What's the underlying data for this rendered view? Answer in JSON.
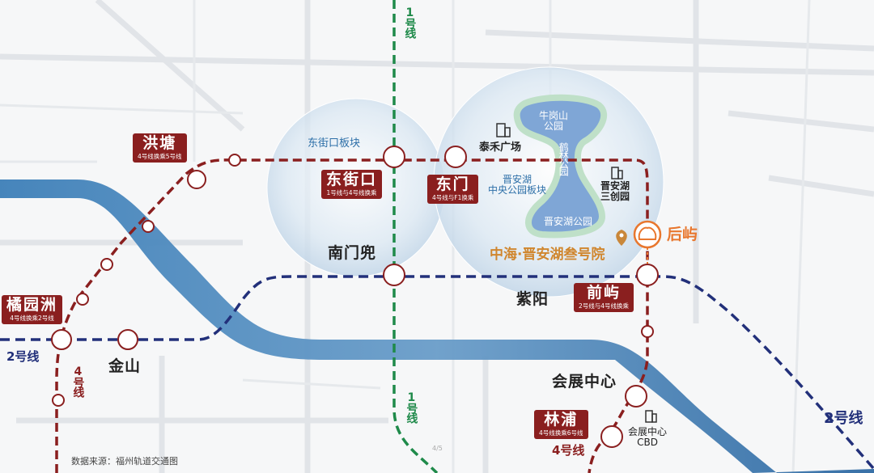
{
  "map_title": "",
  "source_note": "数据来源：福州轨道交通图",
  "page_number": "4/5",
  "colors": {
    "line1": "#1f8a4a",
    "line2": "#22307a",
    "line4": "#8a1f1f",
    "river": "#3b7bb5",
    "highlight": "#e8772e"
  },
  "lines": {
    "line1_top": "1号线",
    "line1_bottom": "1号线",
    "line2_left": "2号线",
    "line2_right": "2号线",
    "line4_left": "4号线",
    "line4_bottom": "4号线"
  },
  "districts": {
    "dongjiekou": "东街口板块",
    "jinanhu_center": "晋安湖\n中央公园板块"
  },
  "parks": {
    "niugangshan": "牛岗山\n公园",
    "helin": "鹤林公园",
    "jinanhu": "晋安湖公园"
  },
  "landmarks": {
    "taihe": "泰禾广场",
    "sanchuangyuan": "晋安湖\n三创园",
    "cbd": "会展中心\nCBD",
    "project": "中海·晋安湖叁号院"
  },
  "transfer_stations": [
    {
      "id": "hongtang",
      "name": "洪塘",
      "sub": "4号线换乘5号线"
    },
    {
      "id": "dongjiekou",
      "name": "东街口",
      "sub": "1号线与4号线换乘"
    },
    {
      "id": "dongmen",
      "name": "东门",
      "sub": "4号线与F1换乘"
    },
    {
      "id": "juyuanzhou",
      "name": "橘园洲",
      "sub": "4号线换乘2号线"
    },
    {
      "id": "qianyu",
      "name": "前屿",
      "sub": "2号线与4号线换乘"
    },
    {
      "id": "linpu",
      "name": "林浦",
      "sub": "4号线换乘6号线"
    }
  ],
  "stations": {
    "nanmendou": "南门兜",
    "ziyang": "紫阳",
    "jinshan": "金山",
    "huizhan": "会展中心",
    "houyu": "后屿"
  }
}
